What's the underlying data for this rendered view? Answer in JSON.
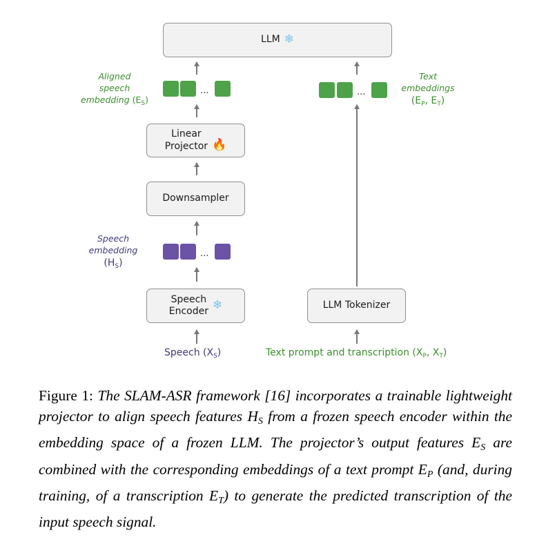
{
  "diagram": {
    "llm": {
      "label": "LLM",
      "icon": "snowflake-icon"
    },
    "linear_projector": {
      "line1": "Linear",
      "line2": "Projector",
      "icon": "fire-icon"
    },
    "downsampler": {
      "label": "Downsampler"
    },
    "speech_encoder": {
      "line1": "Speech",
      "line2": "Encoder",
      "icon": "snowflake-icon"
    },
    "llm_tokenizer": {
      "label": "LLM Tokenizer"
    },
    "aligned_label": {
      "line1": "Aligned",
      "line2": "speech",
      "line3": "embedding",
      "sym": "(E",
      "sub": "S",
      "close": ")"
    },
    "speech_emb_label": {
      "line1": "Speech",
      "line2": "embedding",
      "sym": "(H",
      "sub": "S",
      "close": ")"
    },
    "text_emb_label": {
      "line1": "Text",
      "line2": "embeddings",
      "sym1": "(E",
      "sub1": "P",
      "mid": ", E",
      "sub2": "T",
      "close": ")"
    },
    "speech_input": {
      "text": "Speech (X",
      "sub": "S",
      "close": ")"
    },
    "text_input": {
      "text": "Text prompt and transcription  (X",
      "sub1": "P",
      "mid": ", X",
      "sub2": "T",
      "close": ")"
    },
    "ellipsis": "...",
    "colors": {
      "green": "#4ea24a",
      "purple": "#6b53a6",
      "box_fill": "#f2f2f2",
      "box_border": "#8f8f8f"
    }
  },
  "caption": {
    "prefix": "Figure 1: ",
    "part1": "The SLAM-ASR framework [16] incorporates a trainable lightweight projector to align speech features ",
    "H": "H",
    "H_sub": "S",
    "part2": " from a frozen speech encoder within the embedding space of a frozen LLM. The projector’s output features ",
    "E1": "E",
    "E1_sub": "S",
    "part3": " are combined with the corresponding embeddings of a text prompt ",
    "E2": "E",
    "E2_sub": "P",
    "part4": " (and, during training, of a transcription ",
    "E3": "E",
    "E3_sub": "T",
    "part5": ") to generate the predicted transcription of the input speech signal."
  }
}
